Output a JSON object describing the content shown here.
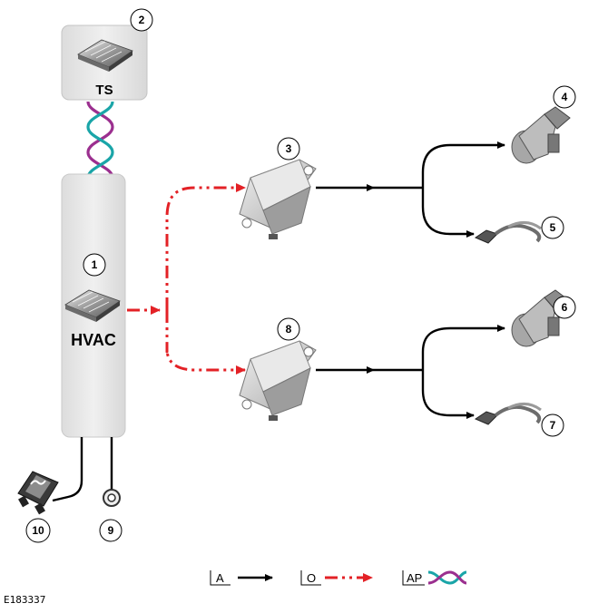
{
  "modules": {
    "ts_label": "TS",
    "hvac_label": "HVAC"
  },
  "callouts": {
    "c1": "1",
    "c2": "2",
    "c3": "3",
    "c4": "4",
    "c5": "5",
    "c6": "6",
    "c7": "7",
    "c8": "8",
    "c9": "9",
    "c10": "10"
  },
  "legend": {
    "a": "A",
    "o": "O",
    "ap": "AP"
  },
  "reference": "E183337",
  "colors": {
    "hardwired": "#000000",
    "lin_bus": "#e32126",
    "twisted_a": "#9b2f8f",
    "twisted_b": "#1aa5a8",
    "module_fill": "#e6e6e6",
    "module_stroke": "#c9c9c9"
  },
  "icons": {
    "module_chip": "chip-icon",
    "actuator": "actuator-icon",
    "harness": "connector-icon",
    "fuse": "fuse-icon",
    "ground": "ground-icon"
  }
}
